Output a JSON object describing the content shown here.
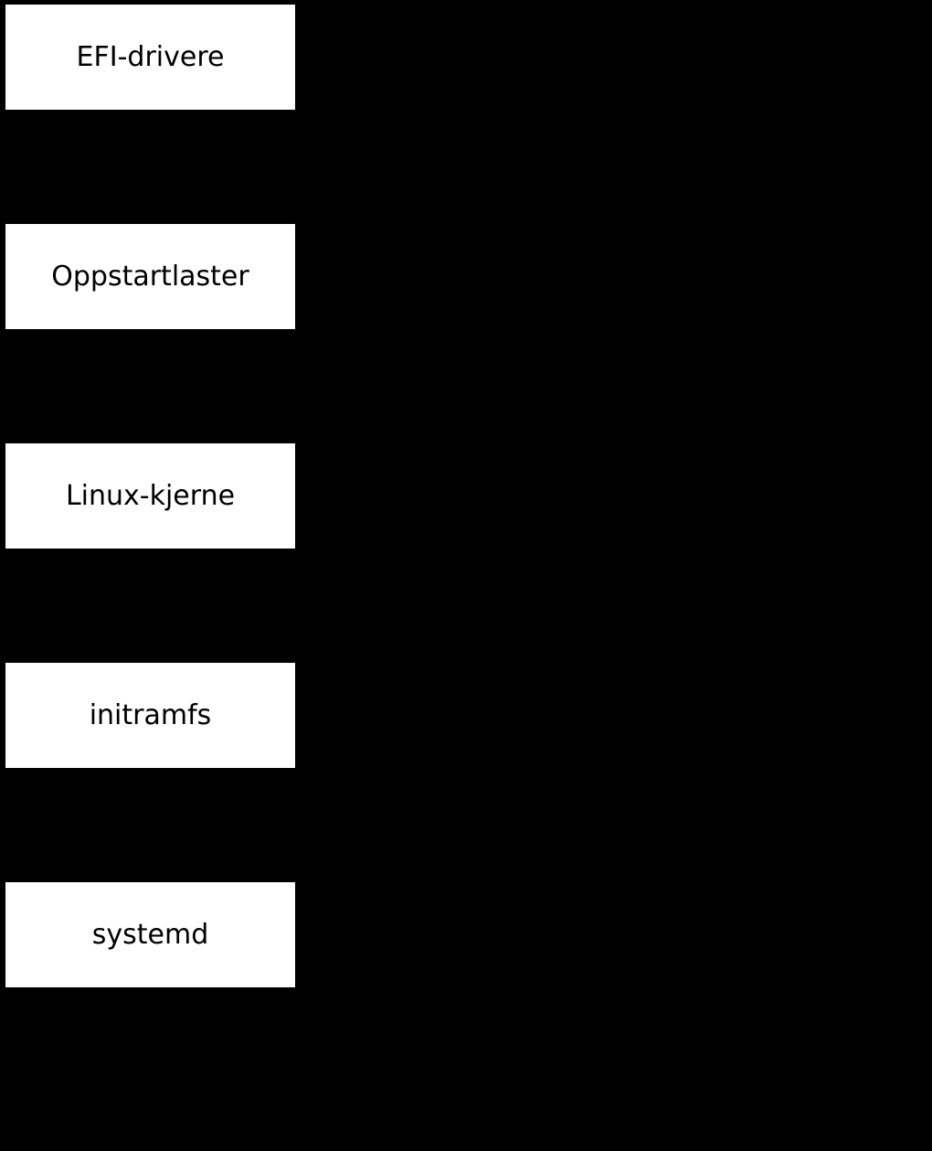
{
  "colors": {
    "background": "#000000",
    "node_fill": "#ffffff",
    "node_text": "#000000"
  },
  "nodes": [
    {
      "label": "EFI-drivere"
    },
    {
      "label": "Oppstartlaster"
    },
    {
      "label": "Linux-kjerne"
    },
    {
      "label": "initramfs"
    },
    {
      "label": "systemd"
    }
  ]
}
